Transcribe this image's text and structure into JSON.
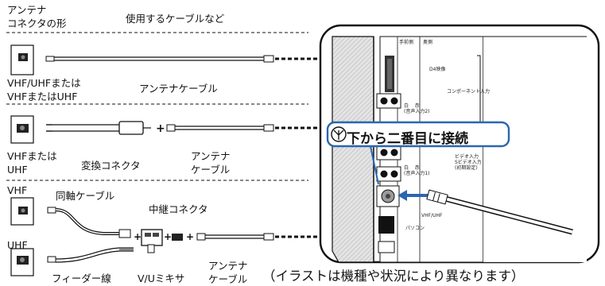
{
  "header": {
    "shape_label": "アンテナ\nコネクタの形",
    "cables_label": "使用するケーブルなど"
  },
  "rows": [
    {
      "connector_label": "VHF/UHFまたは\nVHFまたはUHF",
      "cable_labels": [
        "アンテナケーブル"
      ]
    },
    {
      "connector_label": "VHFまたは\nUHF",
      "cable_labels": [
        "変換コネクタ",
        "アンテナ\nケーブル"
      ]
    },
    {
      "connector_labels": [
        "VHF",
        "UHF"
      ],
      "cable_labels": [
        "同軸ケーブル",
        "中継コネクタ",
        "フィーダー線",
        "V/Uミキサ",
        "アンテナ\nケーブル"
      ]
    }
  ],
  "callout": {
    "icon": "antenna-symbol-icon",
    "text": "下から二番目に接続"
  },
  "panel_labels": {
    "top_left": "手前側",
    "top_right": "奥側",
    "d4": "D4映像",
    "component": "コンポーネント入力",
    "audio_1": "白    赤\n(音声入力2)",
    "video_in": "ビデオ入力\nSビデオ入力\n(初期設定)",
    "audio_2": "白    赤\n(音声入力1)",
    "vhf_uhf": "VHF/UHF",
    "pc": "パソコン"
  },
  "caption": "（イラストは機種や状況により異なります）",
  "colors": {
    "line": "#111111",
    "accent_blue": "#2a66b0",
    "jack_grey": "#9a9a9a",
    "panel_grey": "#d9d9d9"
  }
}
